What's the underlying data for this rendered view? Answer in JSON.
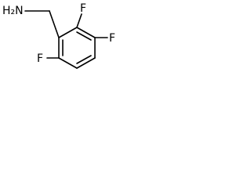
{
  "molecule": {
    "atoms": {
      "amine": "H₂N",
      "fluorine_2": "F",
      "fluorine_3": "F",
      "fluorine_6": "F"
    }
  }
}
